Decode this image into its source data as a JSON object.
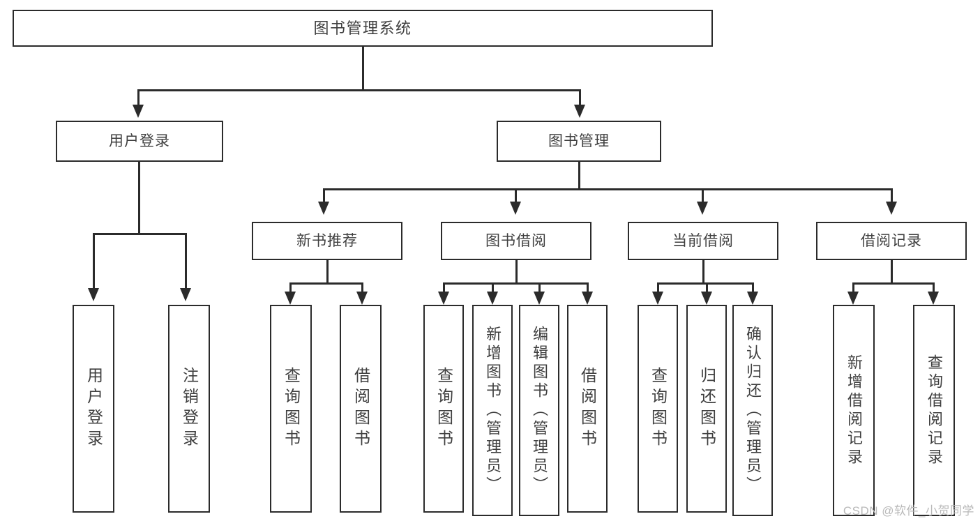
{
  "diagram": {
    "type": "tree-hierarchy",
    "title": "图书管理系统",
    "orientation": "top-down",
    "colors": {
      "stroke": "#2b2b2b",
      "fill": "#ffffff",
      "text": "#3f3f3f",
      "watermark": "#b9b9b9"
    },
    "root": {
      "label": "图书管理系统"
    },
    "level2": [
      {
        "label": "用户登录"
      },
      {
        "label": "图书管理"
      }
    ],
    "level3": [
      {
        "label": "新书推荐"
      },
      {
        "label": "图书借阅"
      },
      {
        "label": "当前借阅"
      },
      {
        "label": "借阅记录"
      }
    ],
    "leaves": {
      "user_login": [
        {
          "label": "用户登录"
        },
        {
          "label": "注销登录"
        }
      ],
      "new_book": [
        {
          "label": "查询图书"
        },
        {
          "label": "借阅图书"
        }
      ],
      "book_borrow": [
        {
          "label": "查询图书"
        },
        {
          "label": "新增图书（管理员）"
        },
        {
          "label": "编辑图书（管理员）"
        },
        {
          "label": "借阅图书"
        }
      ],
      "current_borrow": [
        {
          "label": "查询图书"
        },
        {
          "label": "归还图书"
        },
        {
          "label": "确认归还（管理员）"
        }
      ],
      "borrow_record": [
        {
          "label": "新增借阅记录"
        },
        {
          "label": "查询借阅记录"
        }
      ]
    }
  },
  "watermark": {
    "text": "CSDN @软件_小贺同学"
  }
}
